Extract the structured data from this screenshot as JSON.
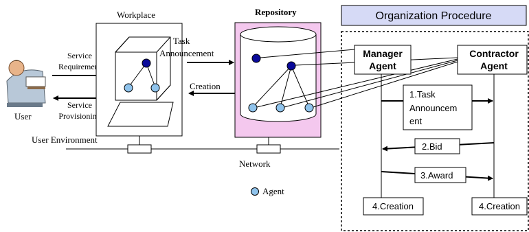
{
  "workplace": {
    "title": "Workplace"
  },
  "repository": {
    "title": "Repository"
  },
  "organization": {
    "header": "Organization Procedure"
  },
  "user": {
    "label": "User"
  },
  "user_environment": {
    "label": "User Environment"
  },
  "network": {
    "label": "Network"
  },
  "legend": {
    "agent_label": "Agent"
  },
  "arrows": {
    "service_requirement": [
      "Service",
      "Requirement"
    ],
    "service_provisioning": [
      "Service",
      "Provisioning"
    ],
    "task_announcement": [
      "Task",
      "Announcement"
    ],
    "creation": "Creation"
  },
  "agents": {
    "manager": [
      "Manager",
      "Agent"
    ],
    "contractor": [
      "Contractor",
      "Agent"
    ]
  },
  "protocol": {
    "task_announcement": [
      "1.Task",
      "Announcem",
      "ent"
    ],
    "bid": "2.Bid",
    "award": "3.Award",
    "creation_left": "4.Creation",
    "creation_right": "4.Creation"
  },
  "colors": {
    "agent_dark": "#0a0a9a",
    "agent_light": "#8fc3ec",
    "repository_fill": "#f4c8ee",
    "organization_header_fill": "#d6daf6"
  }
}
